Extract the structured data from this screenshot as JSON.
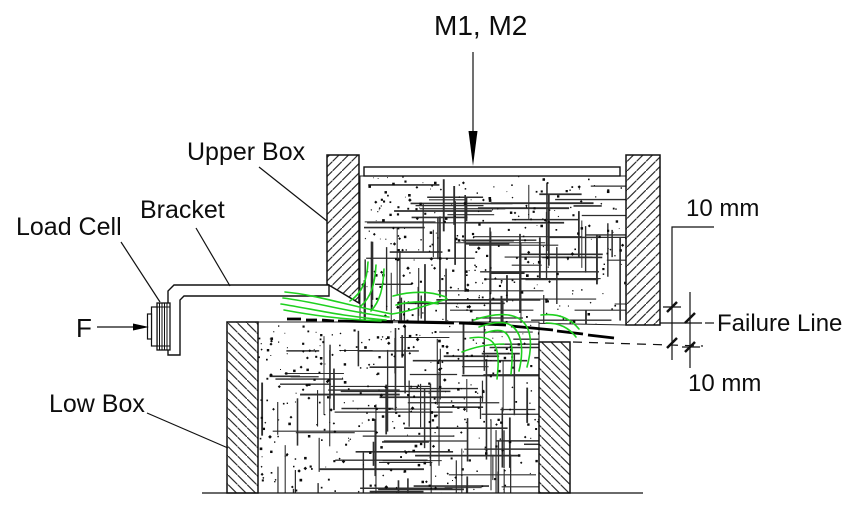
{
  "diagram": {
    "labels": {
      "applied_mass": "M1, M2",
      "upper_box": "Upper Box",
      "bracket": "Bracket",
      "load_cell": "Load Cell",
      "force": "F",
      "low_box": "Low Box",
      "gap_top": "10 mm",
      "gap_bottom": "10 mm",
      "failure_line": "Failure Line"
    },
    "colors": {
      "line": "#111111",
      "texture_line": "#2e2e2e",
      "speckle": "#0a0a0a",
      "fiber": "#1fd11f",
      "background": "#ffffff"
    }
  }
}
